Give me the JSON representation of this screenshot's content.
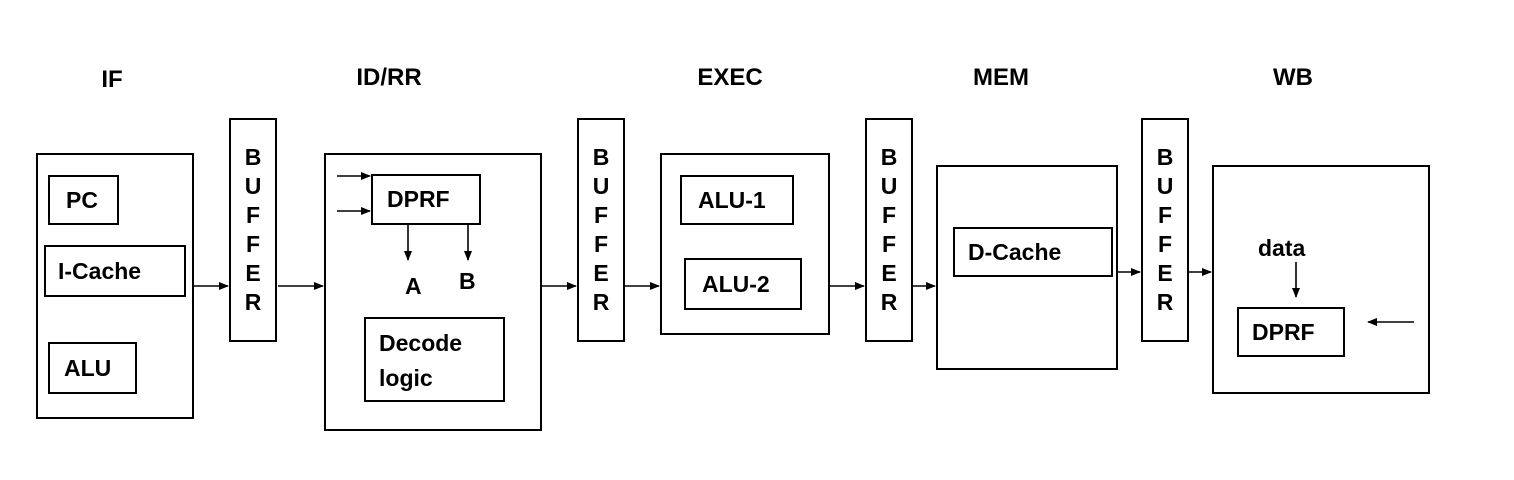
{
  "stages": {
    "if": "IF",
    "id_rr": "ID/RR",
    "exec": "EXEC",
    "mem": "MEM",
    "wb": "WB"
  },
  "buffer_letters": [
    "B",
    "U",
    "F",
    "F",
    "E",
    "R"
  ],
  "if_unit": {
    "pc": "PC",
    "icache": "I-Cache",
    "alu": "ALU"
  },
  "idrr_unit": {
    "dprf": "DPRF",
    "a": "A",
    "b": "B",
    "decode_line1": "Decode",
    "decode_line2": "logic"
  },
  "exec_unit": {
    "alu1": "ALU-1",
    "alu2": "ALU-2"
  },
  "mem_unit": {
    "dcache": "D-Cache"
  },
  "wb_unit": {
    "data": "data",
    "dprf": "DPRF"
  }
}
